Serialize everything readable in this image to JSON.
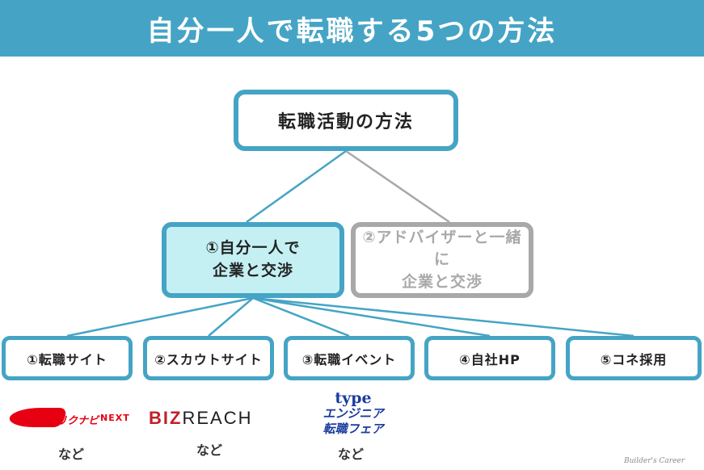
{
  "header": {
    "title": "自分一人で転職する5つの方法"
  },
  "root": {
    "label": "転職活動の方法"
  },
  "methods": [
    {
      "line1": "①自分一人で",
      "line2": "企業と交渉"
    },
    {
      "line1": "②アドバイザーと一緒に",
      "line2": "企業と交渉"
    }
  ],
  "channels": [
    {
      "label": "①転職サイト"
    },
    {
      "label": "②スカウトサイト"
    },
    {
      "label": "③転職イベント"
    },
    {
      "label": "④自社HP"
    },
    {
      "label": "⑤コネ採用"
    }
  ],
  "examples": [
    {
      "logo_text": "リクナビ",
      "logo_suffix": "NEXT",
      "suffix": "など"
    },
    {
      "logo_text_1": "BIZ",
      "logo_text_2": "REACH",
      "suffix": "など"
    },
    {
      "logo_top": "type",
      "logo_line2": "エンジニア",
      "logo_line3": "転職フェア",
      "suffix": "など"
    }
  ],
  "credit": "Builder's Career",
  "colors": {
    "accent": "#45a4c5",
    "highlight_fill": "#c4f0f3",
    "inactive_gray": "#a8a8a8",
    "riknabi_red": "#e60012",
    "bizreach_red": "#c0202a",
    "type_blue": "#1a3c9e"
  }
}
